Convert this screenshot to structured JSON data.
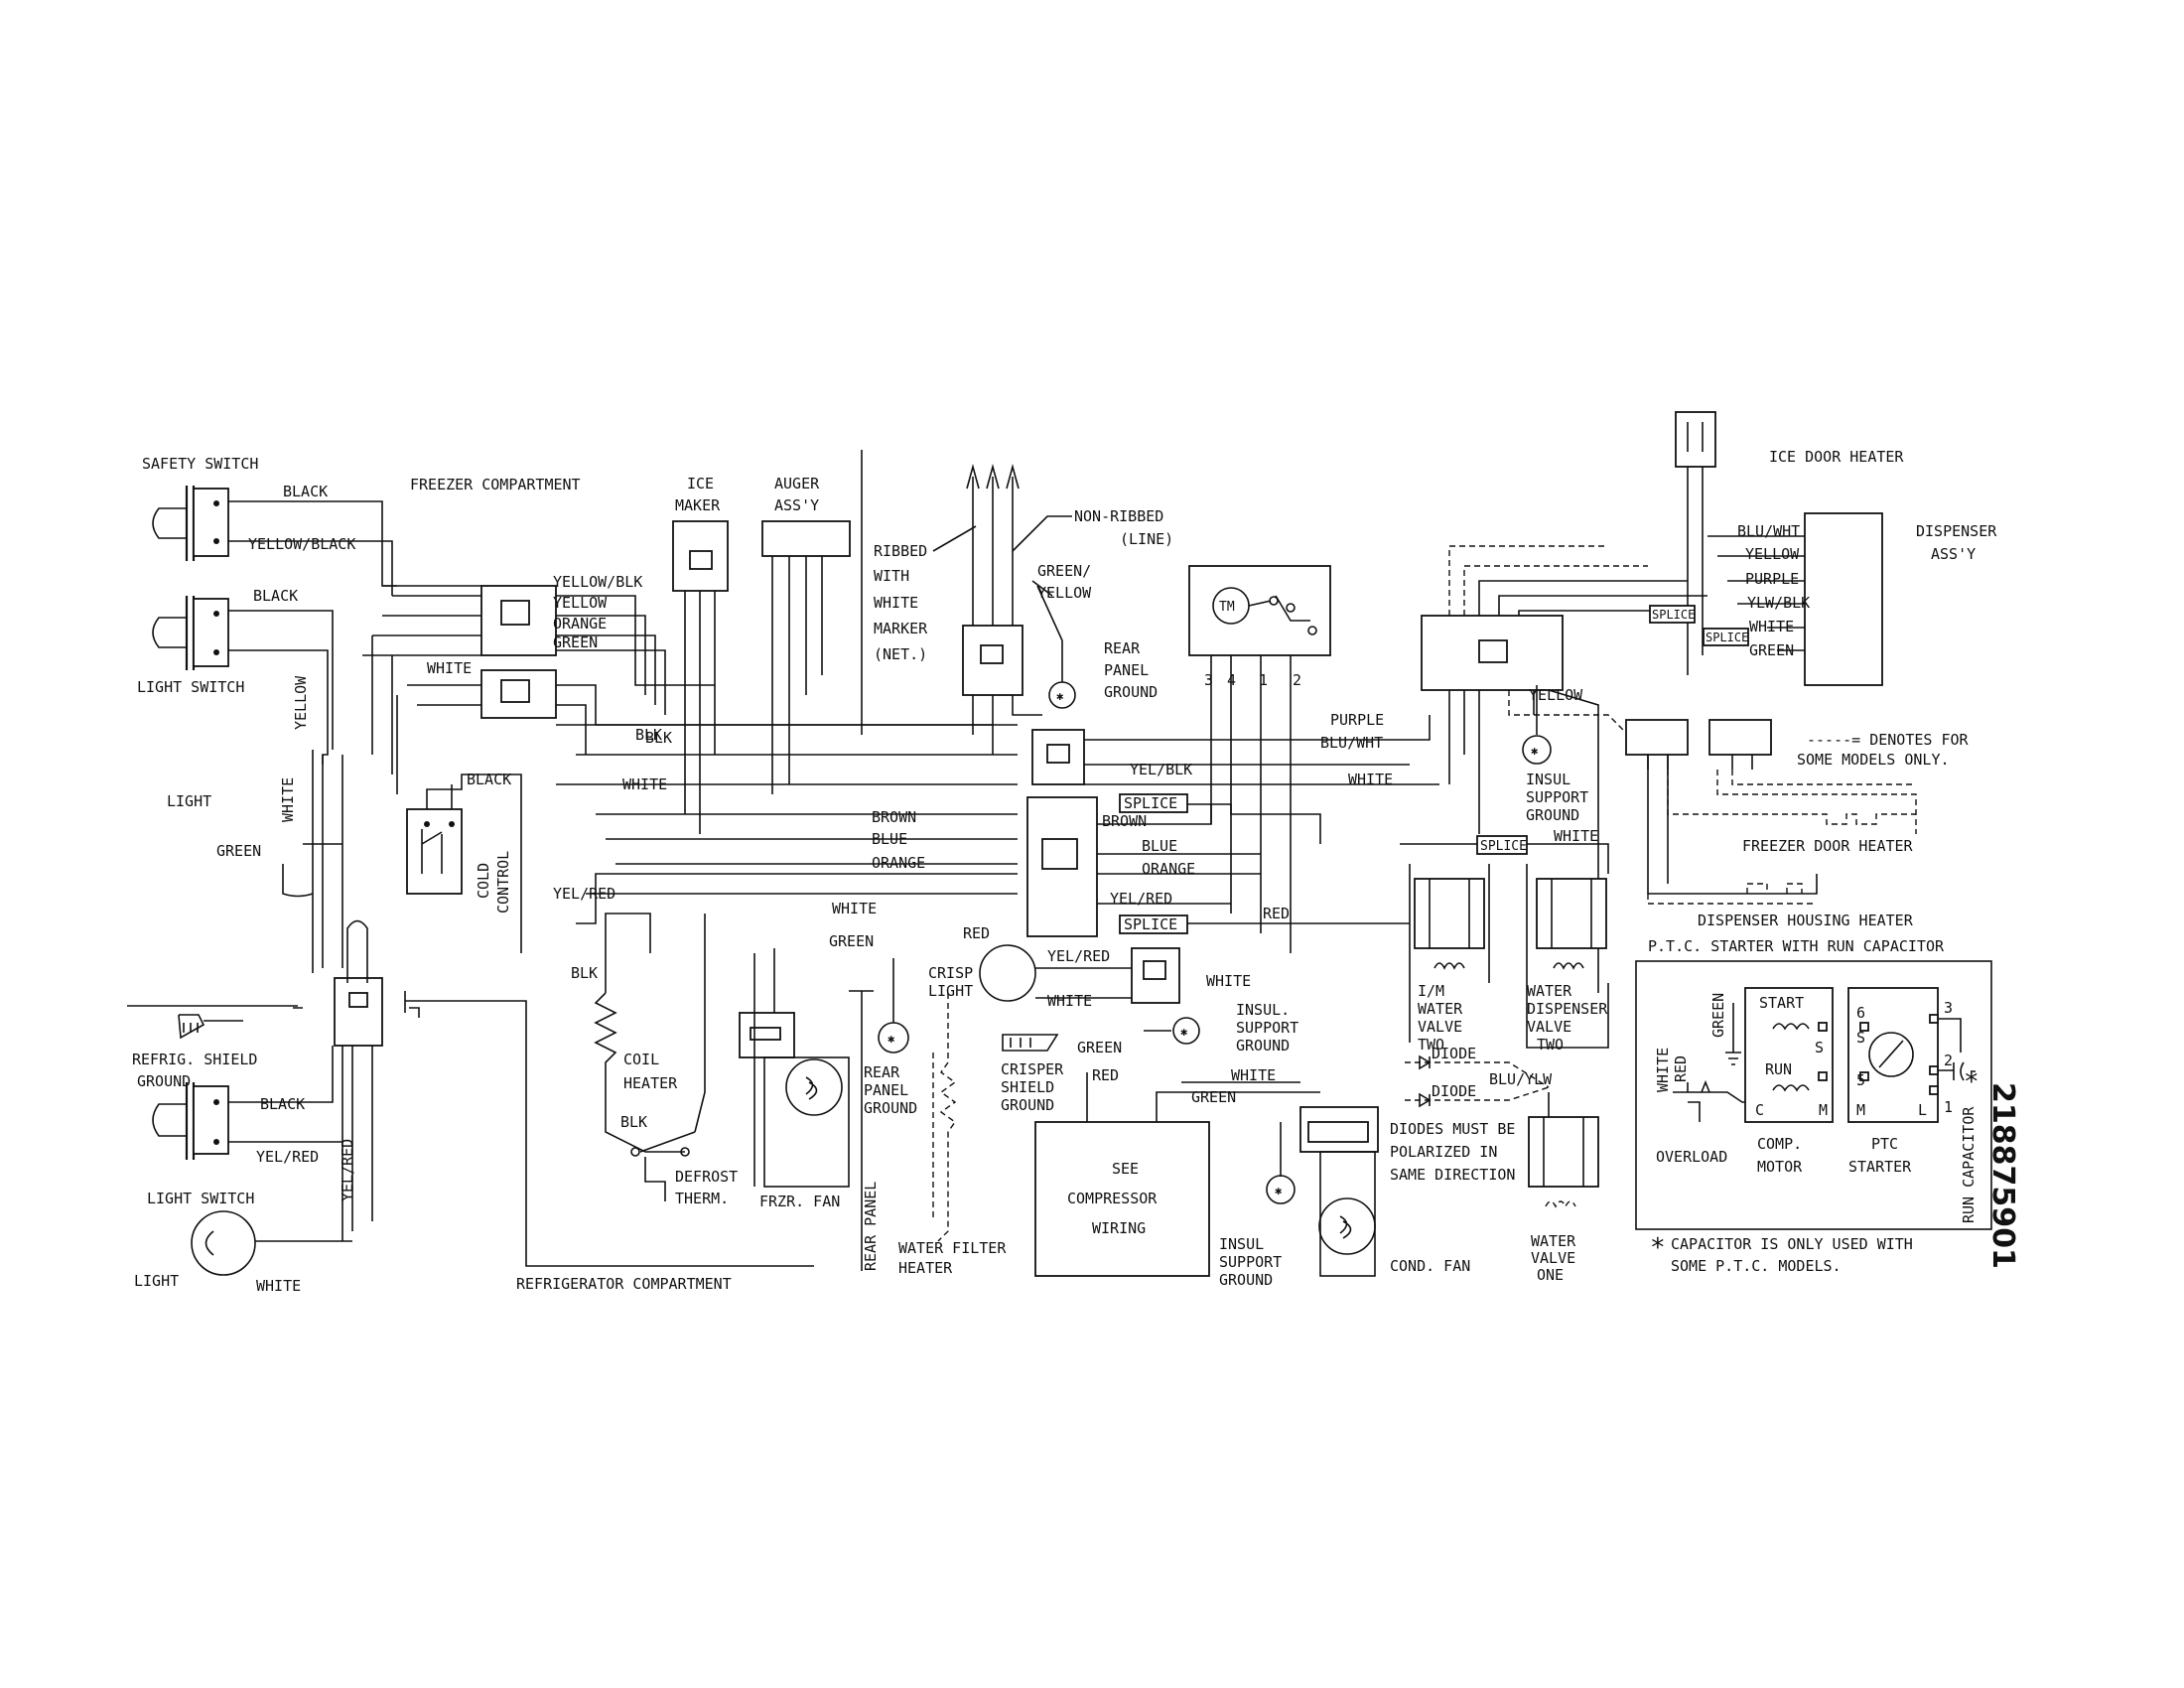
{
  "labels": {
    "safety_switch": "SAFETY SWITCH",
    "freezer_compartment": "FREEZER COMPARTMENT",
    "light_switch_top": "LIGHT SWITCH",
    "light_top": "LIGHT",
    "refrig_shield_ground": "REFRIG. SHIELD GROUND",
    "light_switch_bottom": "LIGHT SWITCH",
    "light_bottom": "LIGHT",
    "refrigerator_compartment": "REFRIGERATOR COMPARTMENT",
    "ice_maker": "ICE MAKER",
    "auger_assy": "AUGER ASS'Y",
    "ribbed": "RIBBED WITH WHITE MARKER (NET.)",
    "non_ribbed": "NON-RIBBED (LINE)",
    "rear_panel_ground_top": "REAR PANEL GROUND",
    "cold_control": "COLD CONTROL",
    "coil_heater": "COIL HEATER",
    "defrost_therm": "DEFROST THERM.",
    "frzr_fan": "FRZR. FAN",
    "rear_panel_ground_mid": "REAR PANEL GROUND",
    "rear_panel": "REAR PANEL",
    "water_filter_heater": "WATER FILTER HEATER",
    "crisp_light": "CRISP LIGHT",
    "crisper_shield_ground": "CRISPER SHIELD GROUND",
    "insul_support_ground_mid": "INSUL. SUPPORT GROUND",
    "see_compressor_wiring": "SEE COMPRESSOR WIRING",
    "insul_support_ground_bottom": "INSUL SUPPORT GROUND",
    "cond_fan": "COND. FAN",
    "tm": "TM",
    "insul_support_ground_top": "INSUL SUPPORT GROUND",
    "im_water_valve_two": "I/M WATER VALVE TWO",
    "water_dispenser_valve_two": "WATER DISPENSER VALVE TWO",
    "diodes_note": "DIODES MUST BE POLARIZED IN SAME DIRECTION",
    "diode": "DIODE",
    "water_valve_one": "WATER VALVE ONE",
    "ice_door_heater": "ICE DOOR HEATER",
    "dispenser_assy": "DISPENSER ASS'Y",
    "denotes_note": "-----= DENOTES FOR SOME MODELS ONLY.",
    "freezer_door_heater": "FREEZER DOOR HEATER",
    "dispenser_housing_heater": "DISPENSER HOUSING HEATER",
    "ptc_title": "P.T.C. STARTER WITH RUN CAPACITOR",
    "start": "START",
    "run": "RUN",
    "overload": "OVERLOAD",
    "comp_motor": "COMP. MOTOR",
    "ptc_starter": "PTC STARTER",
    "run_capacitor": "RUN CAPACITOR",
    "capacitor_note": "CAPACITOR IS ONLY USED WITH SOME P.T.C. MODELS.",
    "asterisk": "*",
    "splice": "SPLICE",
    "part_number": "218875901"
  },
  "wire_colors": {
    "black": "BLACK",
    "yellow_black": "YELLOW/BLACK",
    "yellow": "YELLOW",
    "white": "WHITE",
    "green": "GREEN",
    "yel_red": "YEL/RED",
    "yellow_blk": "YELLOW/BLK",
    "orange": "ORANGE",
    "blk": "BLK",
    "brown": "BROWN",
    "blue": "BLUE",
    "red": "RED",
    "purple": "PURPLE",
    "blu_wht": "BLU/WHT",
    "yel_blk": "YEL/BLK",
    "green_yellow": "GREEN/ YELLOW",
    "ylw_blk": "YLW/BLK",
    "blu_ylw": "BLU/YLW"
  },
  "terminals": {
    "t3": "3",
    "t4": "4",
    "t1": "1",
    "t2": "2",
    "s": "S",
    "m": "M",
    "c": "C",
    "l": "L",
    "p6": "6",
    "p5": "5",
    "p3": "3",
    "p2": "2",
    "p1": "1"
  }
}
